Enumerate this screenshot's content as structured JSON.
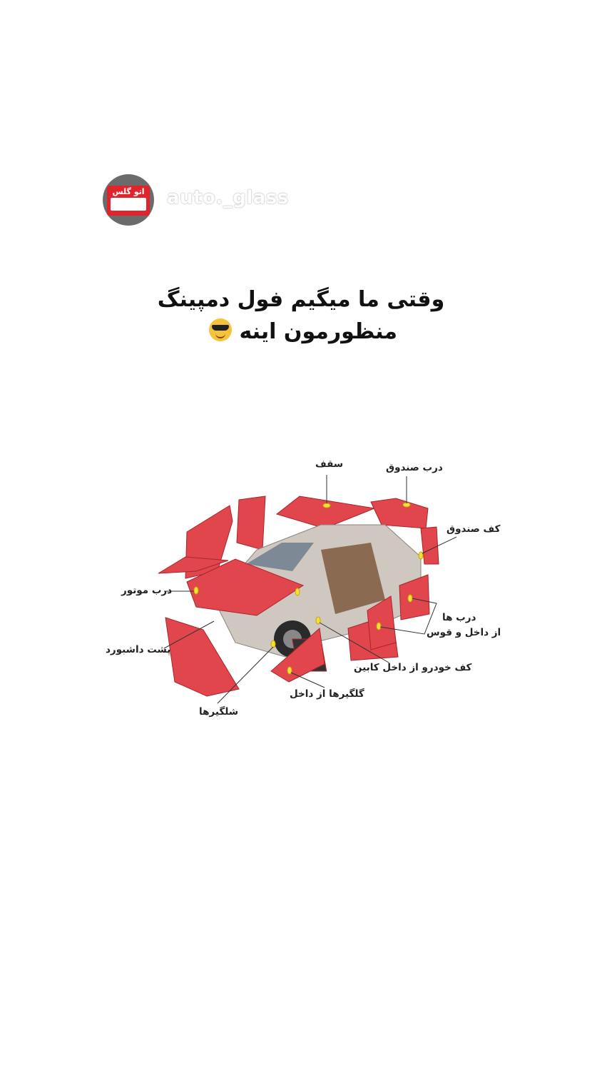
{
  "post": {
    "username": "auto._glass",
    "avatar_brand": "اتو گلس",
    "caption_line1": "وقتی ما میگیم فول دمپینگ",
    "caption_line2": "منظورمون اینه",
    "caption_emoji": "smiling-face-with-sunglasses"
  },
  "diagram": {
    "labels": {
      "roof": "سقف",
      "trunk_lid": "درب صندوق",
      "trunk_floor": "کف صندوق",
      "hood": "درب موتور",
      "firewall": "پشت داشبورد",
      "doors_line1": "درب ها",
      "doors_line2": "از داخل و قوس",
      "cabin_floor": "کف خودرو از داخل کابین",
      "fenders": "گلگیرها از داخل",
      "wheel_arches": "شلگیرها"
    },
    "colors": {
      "body": "#e0464c",
      "marker": "#f2e03a",
      "frame": "#b9b2ab"
    }
  }
}
